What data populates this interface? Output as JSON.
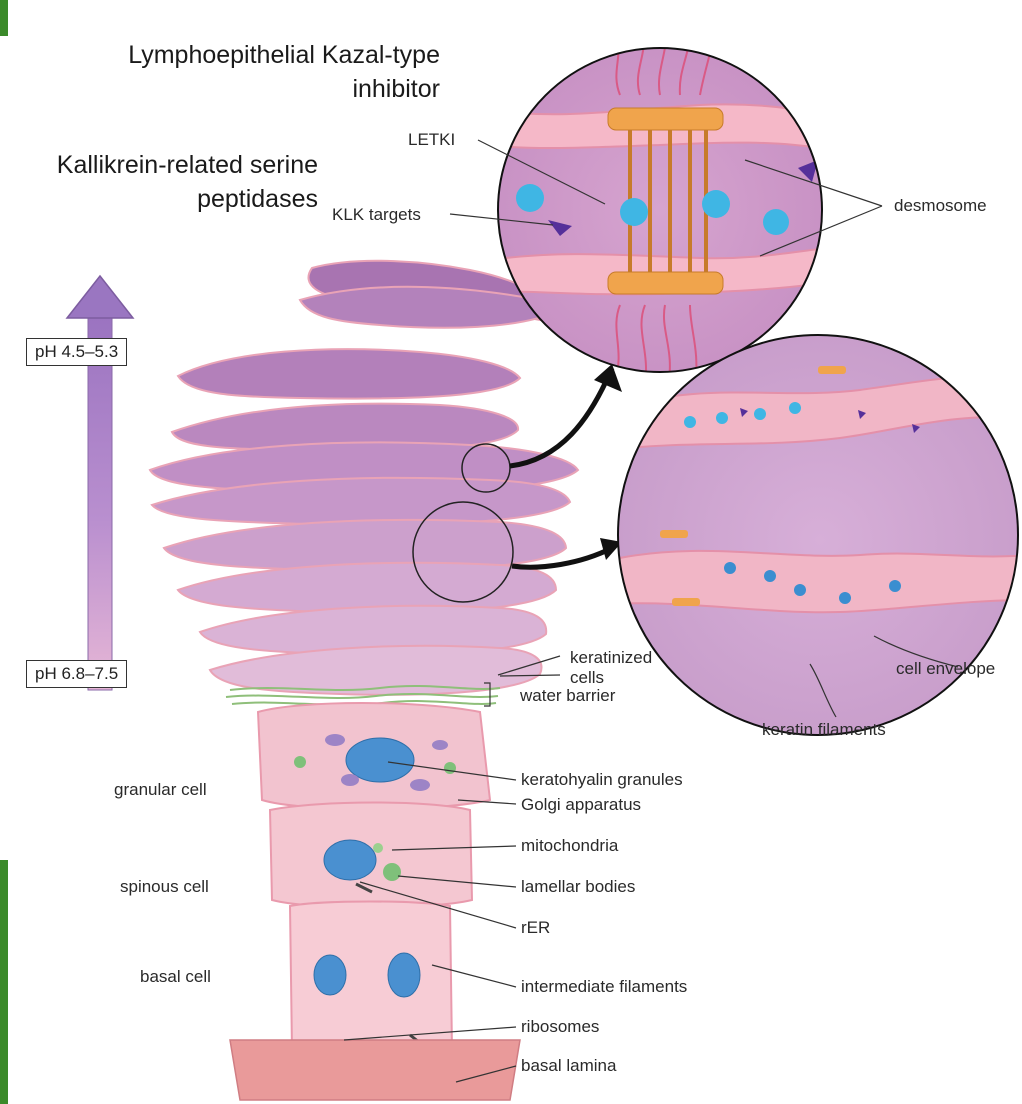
{
  "titles": {
    "inhibitor": "Lymphoepithelial Kazal-type inhibitor",
    "peptidases": "Kallikrein-related serine peptidases"
  },
  "ph": {
    "top": "pH 4.5–5.3",
    "bottom": "pH 6.8–7.5"
  },
  "callouts": {
    "letki": "LETKI",
    "klk_targets": "KLK targets",
    "desmosome": "desmosome",
    "cell_envelope": "cell envelope",
    "keratin_filaments": "keratin filaments"
  },
  "layers": {
    "keratinized": "keratinized\ncells",
    "water_barrier": "water barrier",
    "granular": "granular cell",
    "spinous": "spinous cell",
    "basal": "basal cell"
  },
  "structures": {
    "keratohyalin": "keratohyalin granules",
    "golgi": "Golgi apparatus",
    "mitochondria": "mitochondria",
    "lamellar": "lamellar bodies",
    "rer": "rER",
    "intermediate": "intermediate filaments",
    "ribosomes": "ribosomes",
    "basal_lamina": "basal lamina"
  },
  "colors": {
    "stratum_top": "#b17ab8",
    "cell_pink": "#f2c3cf",
    "membrane": "#e79db0",
    "desmosome": "#f0a44c",
    "letki_blue": "#3fb6e4",
    "klk_purple": "#55309a",
    "arrow_purple": "#a380c3"
  }
}
